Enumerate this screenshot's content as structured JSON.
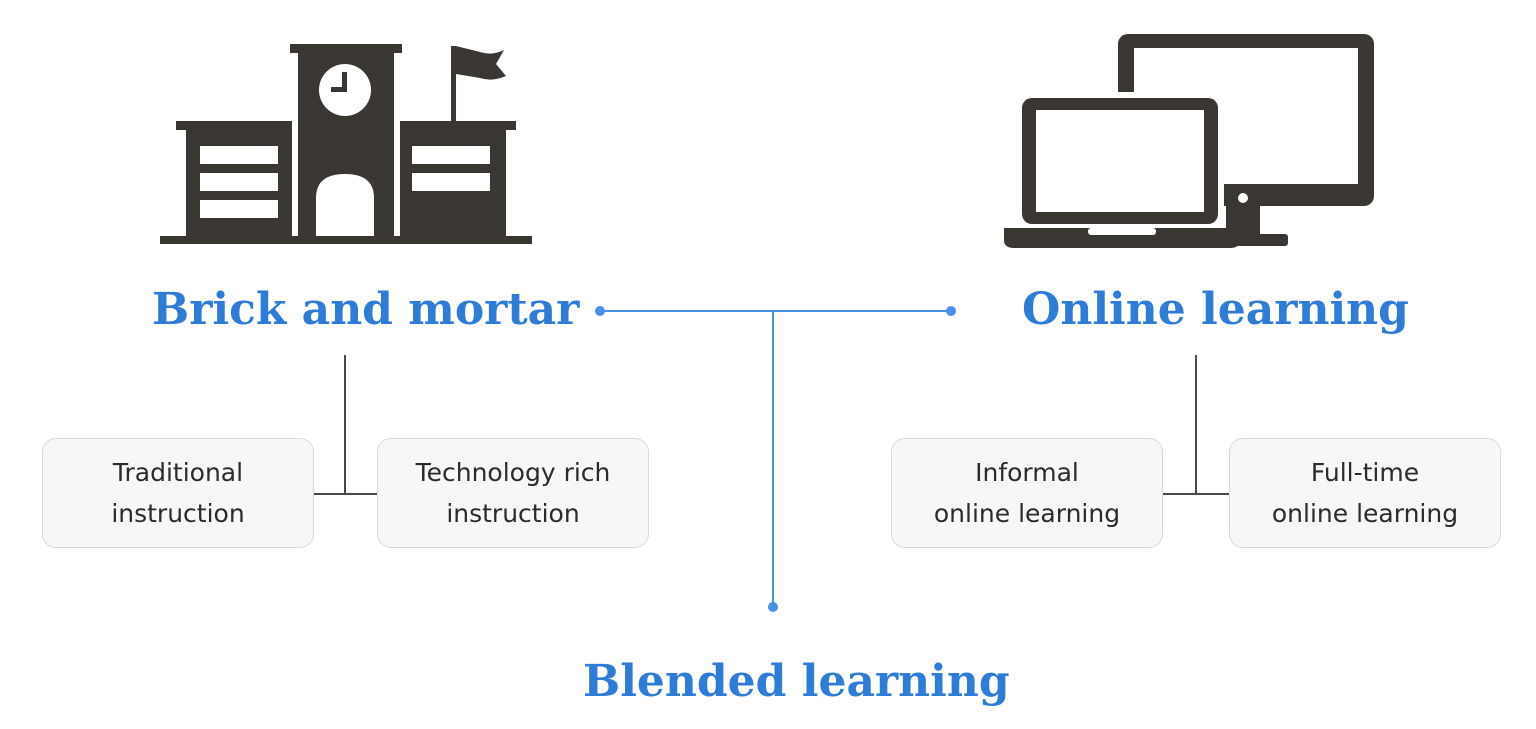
{
  "left": {
    "title": "Brick and mortar",
    "icon": "school-building-icon",
    "boxes": [
      {
        "line1": "Traditional",
        "line2": "instruction"
      },
      {
        "line1": "Technology rich",
        "line2": "instruction"
      }
    ]
  },
  "right": {
    "title": "Online learning",
    "icon": "laptop-and-monitor-icon",
    "boxes": [
      {
        "line1": "Informal",
        "line2": "online learning"
      },
      {
        "line1": "Full-time",
        "line2": "online learning"
      }
    ]
  },
  "bottom": {
    "title": "Blended learning"
  },
  "colors": {
    "accent": "#2f7bd8",
    "connector": "#4a8fe8",
    "icon": "#3a3632",
    "box_bg": "#f7f7f7",
    "box_border": "#d9d9d9"
  }
}
